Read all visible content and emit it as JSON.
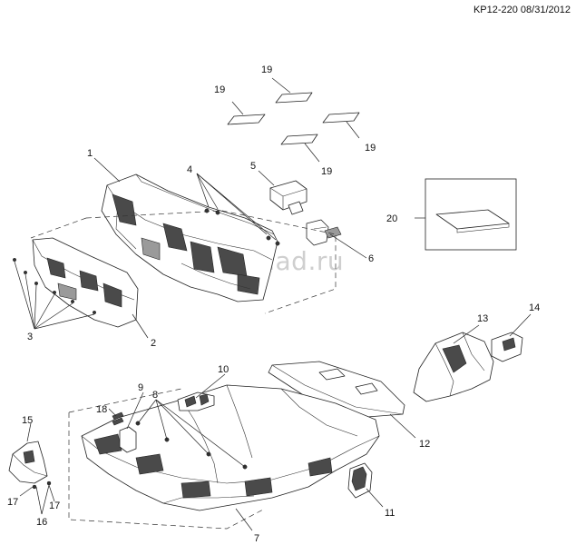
{
  "header": {
    "doc_code": "KP12-220 08/31/2012"
  },
  "watermark": {
    "text": "amsklad.ru"
  },
  "callouts": {
    "c1": "1",
    "c2": "2",
    "c3": "3",
    "c4": "4",
    "c5": "5",
    "c6": "6",
    "c7": "7",
    "c8": "8",
    "c9": "9",
    "c10": "10",
    "c11": "11",
    "c12": "12",
    "c13": "13",
    "c14": "14",
    "c15": "15",
    "c16": "16",
    "c17a": "17",
    "c17b": "17",
    "c18": "18",
    "c19a": "19",
    "c19b": "19",
    "c19c": "19",
    "c19d": "19",
    "c20": "20"
  },
  "colors": {
    "line": "#222222",
    "fill_dark": "#4a4a4a",
    "watermark": "#cfcfcf",
    "background": "#ffffff"
  }
}
